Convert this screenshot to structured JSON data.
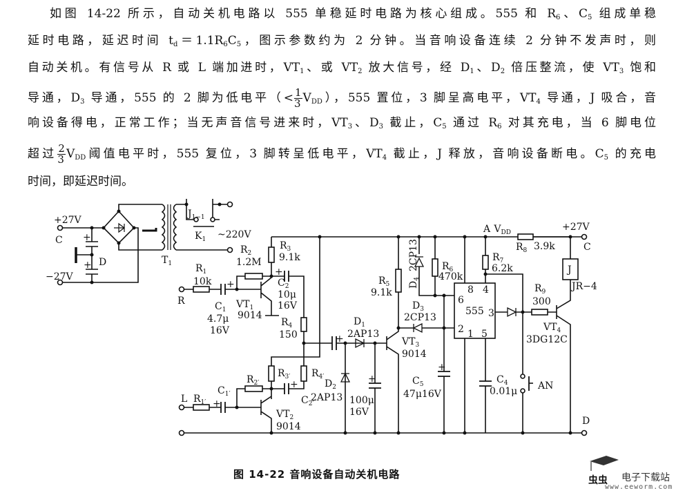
{
  "paragraph": [
    [
      {
        "t": "如图 14-22 所示，自动关机电路以 555 单稳延时电路为核心组成。555 和 R"
      },
      {
        "sub": "6"
      },
      {
        "t": "、C"
      },
      {
        "sub": "5"
      },
      {
        "t": " 组成单稳"
      }
    ],
    [
      {
        "t": "延时电路，延迟时间 t"
      },
      {
        "sub": "d"
      },
      {
        "t": "＝1.1R"
      },
      {
        "sub": "6"
      },
      {
        "t": "C"
      },
      {
        "sub": "5"
      },
      {
        "t": "，图示参数约为 2 分钟。当音响设备连续 2 分钟不发声时，则"
      }
    ],
    [
      {
        "t": "自动关机。有信号从 R 或 L 端加进时，VT"
      },
      {
        "sub": "1"
      },
      {
        "t": "、或 VT"
      },
      {
        "sub": "2"
      },
      {
        "t": " 放大信号，经 D"
      },
      {
        "sub": "1"
      },
      {
        "t": "、D"
      },
      {
        "sub": "2"
      },
      {
        "t": " 倍压整流，使 VT"
      },
      {
        "sub": "3"
      },
      {
        "t": " 饱和"
      }
    ],
    [
      {
        "t": "导通，D"
      },
      {
        "sub": "3"
      },
      {
        "t": " 导通，555 的 2 脚为低电平（<"
      },
      {
        "num": "1",
        "den": "3"
      },
      {
        "t": "V"
      },
      {
        "sub": "DD"
      },
      {
        "t": "），555 置位，3 脚呈高电平，VT"
      },
      {
        "sub": "4"
      },
      {
        "t": " 导通，J 吸合，音"
      }
    ],
    [
      {
        "t": "响设备得电，正常工作；当无声音信号进来时，VT"
      },
      {
        "sub": "3"
      },
      {
        "t": "、D"
      },
      {
        "sub": "3"
      },
      {
        "t": " 截止，C"
      },
      {
        "sub": "5"
      },
      {
        "t": " 通过 R"
      },
      {
        "sub": "6"
      },
      {
        "t": " 对其充电，当 6 脚电位"
      }
    ],
    [
      {
        "t": "超过"
      },
      {
        "num": "2",
        "den": "3"
      },
      {
        "t": "V"
      },
      {
        "sub": "DD"
      },
      {
        "t": "阈值电平时，555 复位，3 脚转呈低电平，VT"
      },
      {
        "sub": "4"
      },
      {
        "t": " 截止，J 释放，音响设备断电。C"
      },
      {
        "sub": "5"
      },
      {
        "t": " 的充电"
      }
    ],
    [
      {
        "t": "时间，即延迟时间。"
      }
    ]
  ],
  "circuit": {
    "p27": "+27V",
    "c": "C",
    "d": "D",
    "m27": "−27V",
    "j11": {
      "m": "J",
      "s": "1−1"
    },
    "k1": {
      "m": "K",
      "s": "1"
    },
    "ac": "~220V",
    "t1": {
      "m": "T",
      "s": "1"
    },
    "r1": {
      "m": "R",
      "s": "1"
    },
    "r1v": "10k",
    "r": "R",
    "r2": {
      "m": "R",
      "s": "2"
    },
    "r2v": "1.2M",
    "r3": {
      "m": "R",
      "s": "3"
    },
    "r3v": "9.1k",
    "c1": {
      "m": "C",
      "s": "1"
    },
    "c1v": "4.7μ",
    "c1u": "16V",
    "vt1": {
      "m": "VT",
      "s": "1"
    },
    "vt1v": "9014",
    "c2": {
      "m": "C",
      "s": "2"
    },
    "c2v": "10μ",
    "c2u": "16V",
    "r4": {
      "m": "R",
      "s": "4"
    },
    "r4v": "150",
    "l": "L",
    "r1p": {
      "m": "R",
      "s": "1′"
    },
    "c1p": {
      "m": "C",
      "s": "1′"
    },
    "r2p": {
      "m": "R",
      "s": "2′"
    },
    "r3p": {
      "m": "R",
      "s": "3′"
    },
    "r4p": {
      "m": "R",
      "s": "4′"
    },
    "c2p": {
      "m": "C",
      "s": "2′"
    },
    "vt2": {
      "m": "VT",
      "s": "2"
    },
    "vt2v": "9014",
    "d2": {
      "m": "D",
      "s": "2"
    },
    "d2v": "2AP13",
    "d1": {
      "m": "D",
      "s": "1"
    },
    "d1v": "2AP13",
    "c3v": "100μ",
    "c3u": "16V",
    "r5": {
      "m": "R",
      "s": "5"
    },
    "r5v": "9.1k",
    "d4": {
      "m": "D",
      "s": "4"
    },
    "d4v": "2CP13",
    "r6": {
      "m": "R",
      "s": "6"
    },
    "r6v": "470k",
    "d3": {
      "m": "D",
      "s": "3"
    },
    "d3v": "2CP13",
    "vt3": {
      "m": "VT",
      "s": "3"
    },
    "vt3v": "9014",
    "c5": {
      "m": "C",
      "s": "5"
    },
    "c5v": "47μ16V",
    "ic": "555",
    "pin8": "8",
    "pin4": "4",
    "pin6": "6",
    "pin3": "3",
    "pin2": "2",
    "pin1": "1",
    "pin5": "5",
    "a": "A",
    "vdd": {
      "m": "V",
      "s": "DD"
    },
    "r8": {
      "m": "R",
      "s": "8"
    },
    "r8v": "3.9k",
    "p27b": "+27V",
    "c_out": "C",
    "r7": {
      "m": "R",
      "s": "7"
    },
    "r7v": "6.2k",
    "j": "J",
    "jr": "JR−4",
    "r9": {
      "m": "R",
      "s": "9"
    },
    "r9v": "300",
    "vt4": {
      "m": "VT",
      "s": "4"
    },
    "vt4v": "3DG12C",
    "c4": {
      "m": "C",
      "s": "4"
    },
    "c4v": "0.01μ",
    "an": "AN",
    "d_out": "D"
  },
  "caption": "图 14-22    音响设备自动关机电路",
  "watermark": {
    "logo": "虫虫",
    "name": "电子下载站",
    "url": "www.eeworm.com"
  }
}
